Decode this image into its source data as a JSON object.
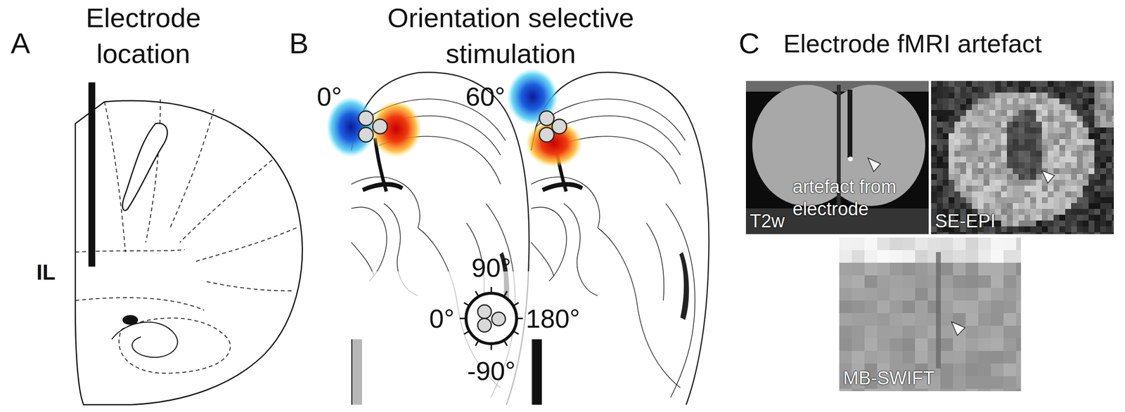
{
  "diagram": {
    "nodes": [
      {
        "text": [
          "artefact from electrode",
          "T2w"
        ]
      },
      {
        "text": [
          "SE-EPI"
        ]
      },
      {
        "text": [
          "MB-SWIFT"
        ]
      }
    ],
    "labels": [
      "A",
      "Electrode location",
      "IL",
      "B",
      "Orientation selective stimulation",
      "0°",
      "60°",
      "90°",
      "0°",
      "180°",
      "-90°",
      "C",
      "Electrode fMRI artefact"
    ]
  }
}
